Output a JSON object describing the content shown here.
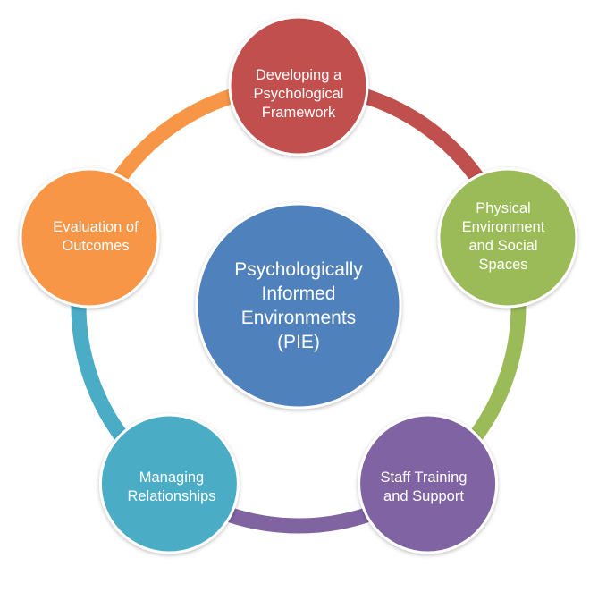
{
  "center": {
    "lines": [
      "Psychologically",
      "Informed",
      "Environments",
      "(PIE)"
    ],
    "color": "#4F81BD"
  },
  "nodes": [
    {
      "id": "framework",
      "lines": [
        "Developing a",
        "Psychological",
        "Framework"
      ],
      "color": "#C0504D"
    },
    {
      "id": "physical",
      "lines": [
        "Physical",
        "Environment",
        "and Social",
        "Spaces"
      ],
      "color": "#9BBB59"
    },
    {
      "id": "staff",
      "lines": [
        "Staff Training",
        "and Support"
      ],
      "color": "#8064A2"
    },
    {
      "id": "relationships",
      "lines": [
        "Managing",
        "Relationships"
      ],
      "color": "#4BACC6"
    },
    {
      "id": "evaluation",
      "lines": [
        "Evaluation of",
        "Outcomes"
      ],
      "color": "#F79646"
    }
  ]
}
